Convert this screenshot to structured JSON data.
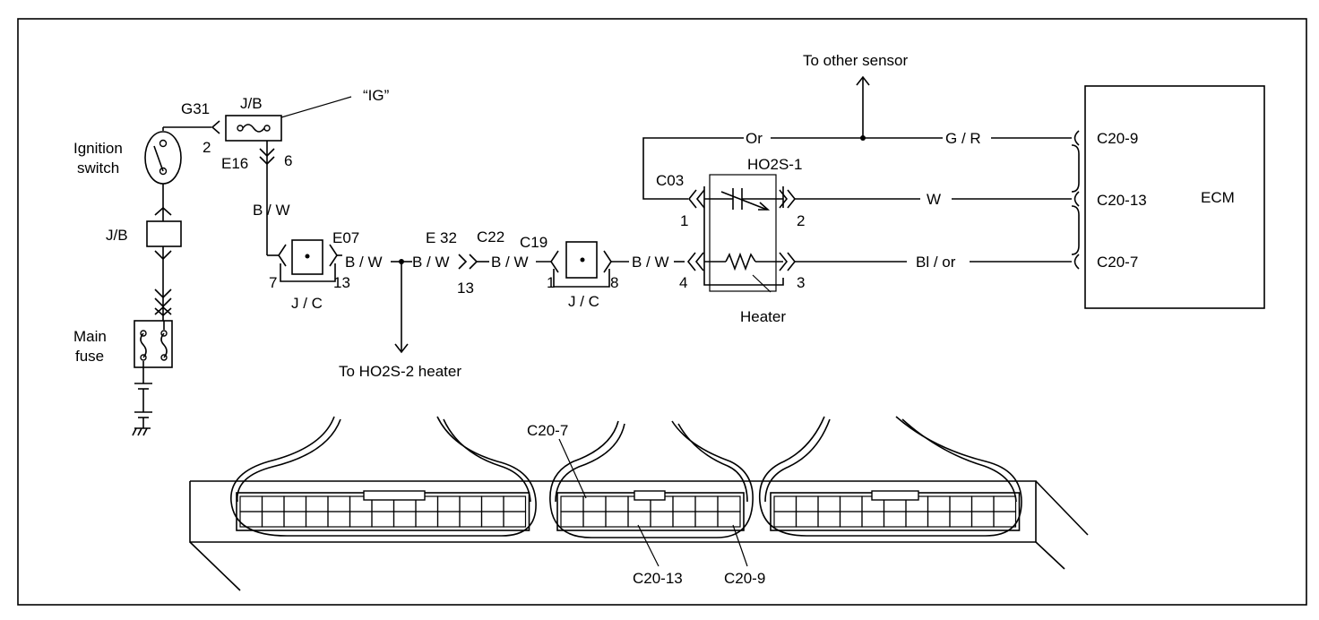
{
  "labels": {
    "ignition_switch": [
      "Ignition",
      "switch"
    ],
    "main_fuse": [
      "Main",
      "fuse"
    ],
    "jb_left": "J/B",
    "jb_top": "J/B",
    "g31": "G31",
    "pin_2": "2",
    "e16": "E16",
    "pin_6": "6",
    "ig": "“IG”",
    "bw_vertical": "B / W",
    "e07": "E07",
    "pin_7": "7",
    "pin_13a": "13",
    "jc_1": "J / C",
    "bw_1": "B / W",
    "bw_2": "B / W",
    "e32": "E 32",
    "pin_13b": "13",
    "c22": "C22",
    "bw_3": "B / W",
    "c19": "C19",
    "pin_1a": "1",
    "pin_8": "8",
    "jc_2": "J / C",
    "bw_4": "B / W",
    "to_ho2s2": "To HO2S-2 heater",
    "to_other_sensor": "To other sensor",
    "c03": "C03",
    "ho2s1": "HO2S-1",
    "pin_1b": "1",
    "pin_2b": "2",
    "pin_4": "4",
    "pin_3": "3",
    "heater": "Heater",
    "or": "Or",
    "gr": "G / R",
    "w": "W",
    "blor": "Bl / or",
    "c20_9": "C20-9",
    "c20_13": "C20-13",
    "c20_7": "C20-7",
    "ecm": "ECM",
    "conn_c20_7": "C20-7",
    "conn_c20_13": "C20-13",
    "conn_c20_9": "C20-9"
  }
}
